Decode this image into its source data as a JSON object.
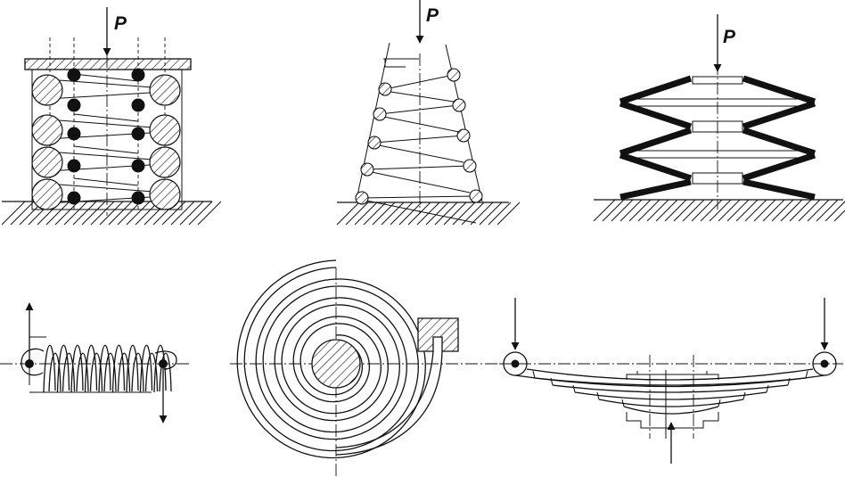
{
  "labels": {
    "load_compression": "P",
    "load_conical": "P",
    "load_disc": "P"
  },
  "colors": {
    "ink": "#111111",
    "background": "#ffffff"
  }
}
